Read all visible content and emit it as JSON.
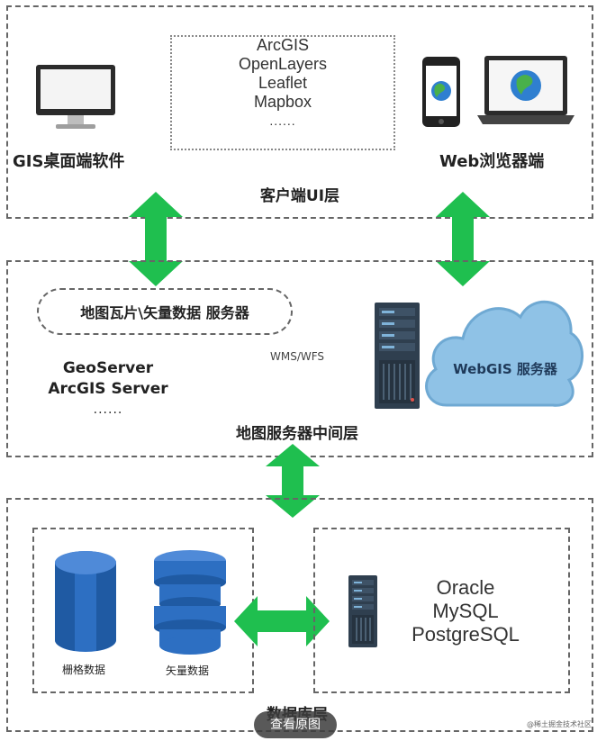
{
  "client_layer": {
    "title": "客户端UI层",
    "libraries": [
      "ArcGIS",
      "OpenLayers",
      "Leaflet",
      "Mapbox",
      "......"
    ],
    "desktop_label": "GIS桌面端软件",
    "web_label": "Web浏览器端"
  },
  "server_layer": {
    "title": "地图服务器中间层",
    "tile_service": "地图瓦片\\矢量数据 服务器",
    "servers": [
      "GeoServer",
      "ArcGIS Server",
      "......"
    ],
    "protocol": "WMS/WFS",
    "webgis": "WebGIS 服务器"
  },
  "data_layer": {
    "title": "数据库层",
    "raster_label": "栅格数据",
    "vector_label": "矢量数据",
    "databases": [
      "Oracle",
      "MySQL",
      "PostgreSQL"
    ]
  },
  "ui": {
    "view_original": "查看原图",
    "watermark": "@稀土掘金技术社区"
  },
  "colors": {
    "arrow_green": "#1fbf4f",
    "db_blue": "#2d6fc2",
    "server_dark": "#2f3f4f",
    "cloud_blue": "#8fc2e6"
  }
}
